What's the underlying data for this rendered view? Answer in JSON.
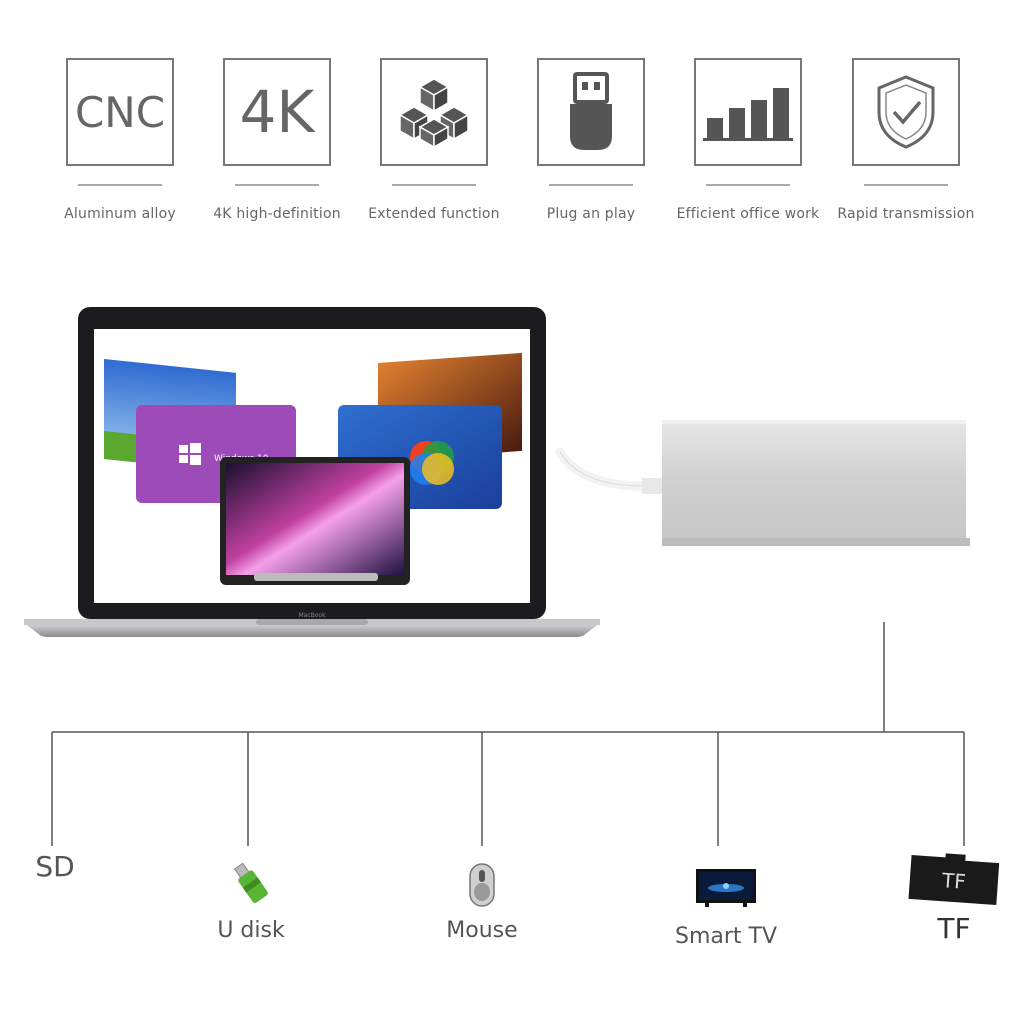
{
  "features": [
    {
      "icon_text": "CNC",
      "caption": "Aluminum alloy"
    },
    {
      "icon_text": "4K",
      "caption": "4K high-definition"
    },
    {
      "icon": "cubes-icon",
      "caption": "Extended function"
    },
    {
      "icon": "usb-plug-icon",
      "caption": "Plug an play"
    },
    {
      "icon": "bar-chart-icon",
      "caption": "Efficient office work"
    },
    {
      "icon": "shield-check-icon",
      "caption": "Rapid transmission"
    }
  ],
  "laptop": {
    "brand": "MacBook",
    "screen_label": "Windows 10"
  },
  "tf_card_label": "TF",
  "devices": [
    {
      "label": "SD"
    },
    {
      "label": "U disk",
      "icon": "usb-drive-icon"
    },
    {
      "label": "Mouse",
      "icon": "mouse-icon"
    },
    {
      "label": "Smart TV",
      "icon": "tv-icon"
    },
    {
      "label": "TF",
      "icon": "tf-card-icon"
    }
  ],
  "colors": {
    "line": "#555555",
    "hub": "#d4d4d4",
    "usb_green": "#5ab536",
    "windows_purple": "#9c4bb8",
    "windows_blue": "#2f6fd1"
  }
}
